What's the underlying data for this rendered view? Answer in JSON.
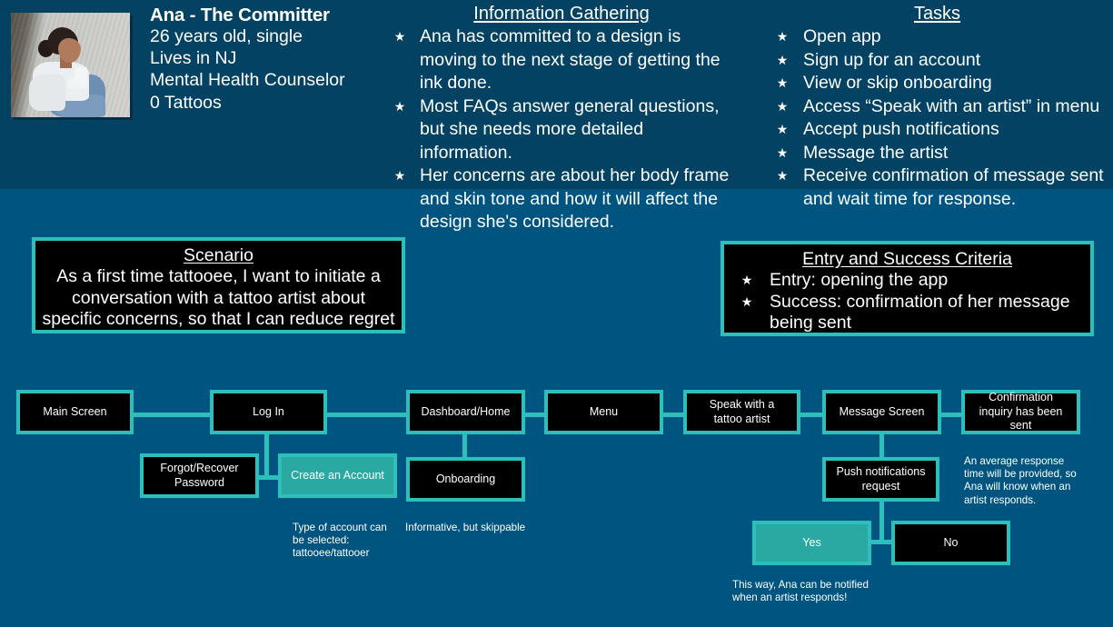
{
  "persona": {
    "photo_alt": "woman-sitting-with-cup-photo",
    "name": "Ana - The Committer",
    "details": [
      "26 years old, single",
      "Lives in NJ",
      "Mental Health Counselor",
      "0 Tattoos"
    ]
  },
  "info_gathering": {
    "heading": "Information Gathering",
    "star": "★",
    "bullets": [
      "Ana has committed to a design is moving to the next stage of getting the ink done.",
      "Most FAQs answer general questions, but she needs more detailed information.",
      "Her concerns are about her body frame and skin tone and how it will affect the design she's considered."
    ]
  },
  "tasks": {
    "heading": "Tasks",
    "star": "★",
    "bullets": [
      "Open app",
      "Sign up for an account",
      "View or skip onboarding",
      "Access “Speak with an artist” in menu",
      "Accept push notifications",
      "Message the artist",
      "Receive confirmation of message sent and wait time for response."
    ]
  },
  "scenario": {
    "heading": "Scenario",
    "lines": [
      "As a first time tattooee, I want to initiate a",
      "conversation with a tattoo artist about",
      "specific concerns, so that I can reduce regret"
    ]
  },
  "criteria": {
    "heading": "Entry and Success Criteria",
    "star": "★",
    "bullets": [
      "Entry: opening the app",
      "Success: confirmation of her message being sent"
    ]
  },
  "flow": {
    "nodes": [
      {
        "id": "main-screen",
        "label": "Main Screen"
      },
      {
        "id": "log-in",
        "label": "Log In"
      },
      {
        "id": "dashboard-home",
        "label": "Dashboard/Home"
      },
      {
        "id": "menu",
        "label": "Menu"
      },
      {
        "id": "speak-with-artist",
        "label": "Speak with a tattoo artist"
      },
      {
        "id": "message-screen",
        "label": "Message Screen"
      },
      {
        "id": "confirmation",
        "label": "Confirmation inquiry has been sent"
      },
      {
        "id": "forgot-password",
        "label": "Forgot/Recover Password"
      },
      {
        "id": "create-account",
        "label": "Create an Account"
      },
      {
        "id": "onboarding",
        "label": "Onboarding"
      },
      {
        "id": "push-notifications",
        "label": "Push notifications request"
      },
      {
        "id": "yes",
        "label": "Yes"
      },
      {
        "id": "no",
        "label": "No"
      }
    ],
    "notes": [
      {
        "id": "note-account-type",
        "text": "Type of account can be selected: tattooee/tattooer"
      },
      {
        "id": "note-onboarding",
        "text": "Informative, but skippable"
      },
      {
        "id": "note-response",
        "text": "An average response time will be provided, so Ana will know when an artist responds."
      },
      {
        "id": "note-notified",
        "text": "This way, Ana can be notified when an artist responds!"
      }
    ]
  },
  "colors": {
    "band_background": "#034263",
    "page_background": "#005580",
    "node_border": "#2dbfbc",
    "node_fill_highlight": "#2aa9a2",
    "node_fill_default": "#000000",
    "text": "#ffffff"
  }
}
